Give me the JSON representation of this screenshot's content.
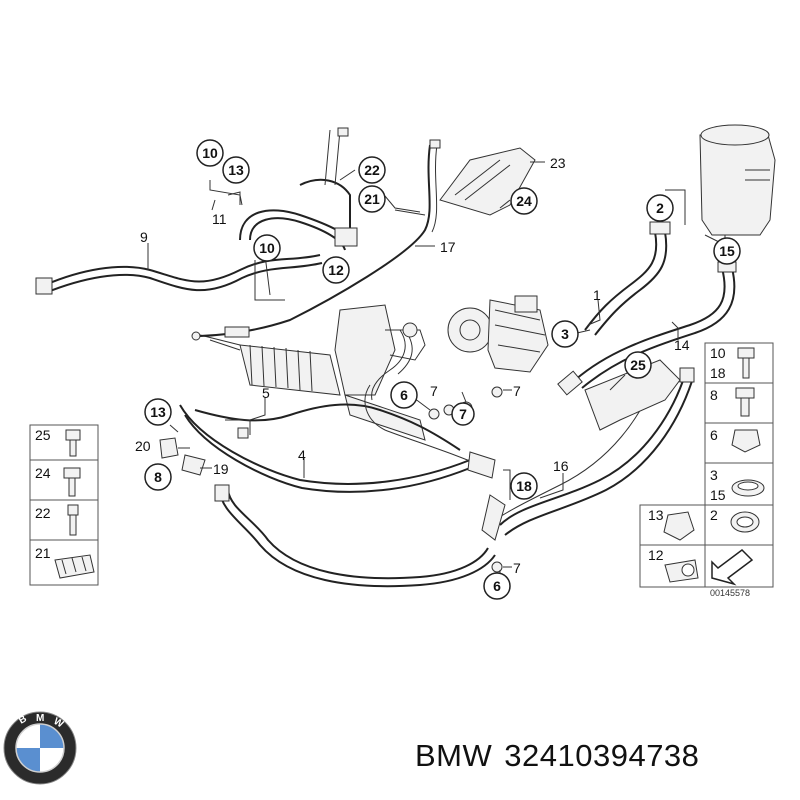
{
  "caption": {
    "brand": "BMW",
    "part_number": "32410394738"
  },
  "drawing_number": "00145578",
  "circled_callouts": [
    "10",
    "13",
    "22",
    "21",
    "24",
    "2",
    "15",
    "10",
    "12",
    "3",
    "25",
    "6",
    "7",
    "13",
    "8",
    "18",
    "6"
  ],
  "plain_labels": [
    "23",
    "11",
    "9",
    "17",
    "1",
    "14",
    "5",
    "4",
    "20",
    "19",
    "16",
    "7",
    "7",
    "7"
  ],
  "legend_left": [
    "25",
    "24",
    "22",
    "21"
  ],
  "legend_right": [
    [
      "10",
      "18"
    ],
    [
      "8"
    ],
    [
      "6"
    ],
    [
      "3",
      "15"
    ],
    [
      "13",
      "2"
    ],
    [
      "12"
    ]
  ],
  "colors": {
    "ink": "#111111",
    "line": "#222222",
    "part_fill": "#f2f2f2",
    "logo_blue": "#5a8fd0"
  },
  "logo": {
    "icon": "bmw-roundel-logo",
    "text": "BMW"
  }
}
